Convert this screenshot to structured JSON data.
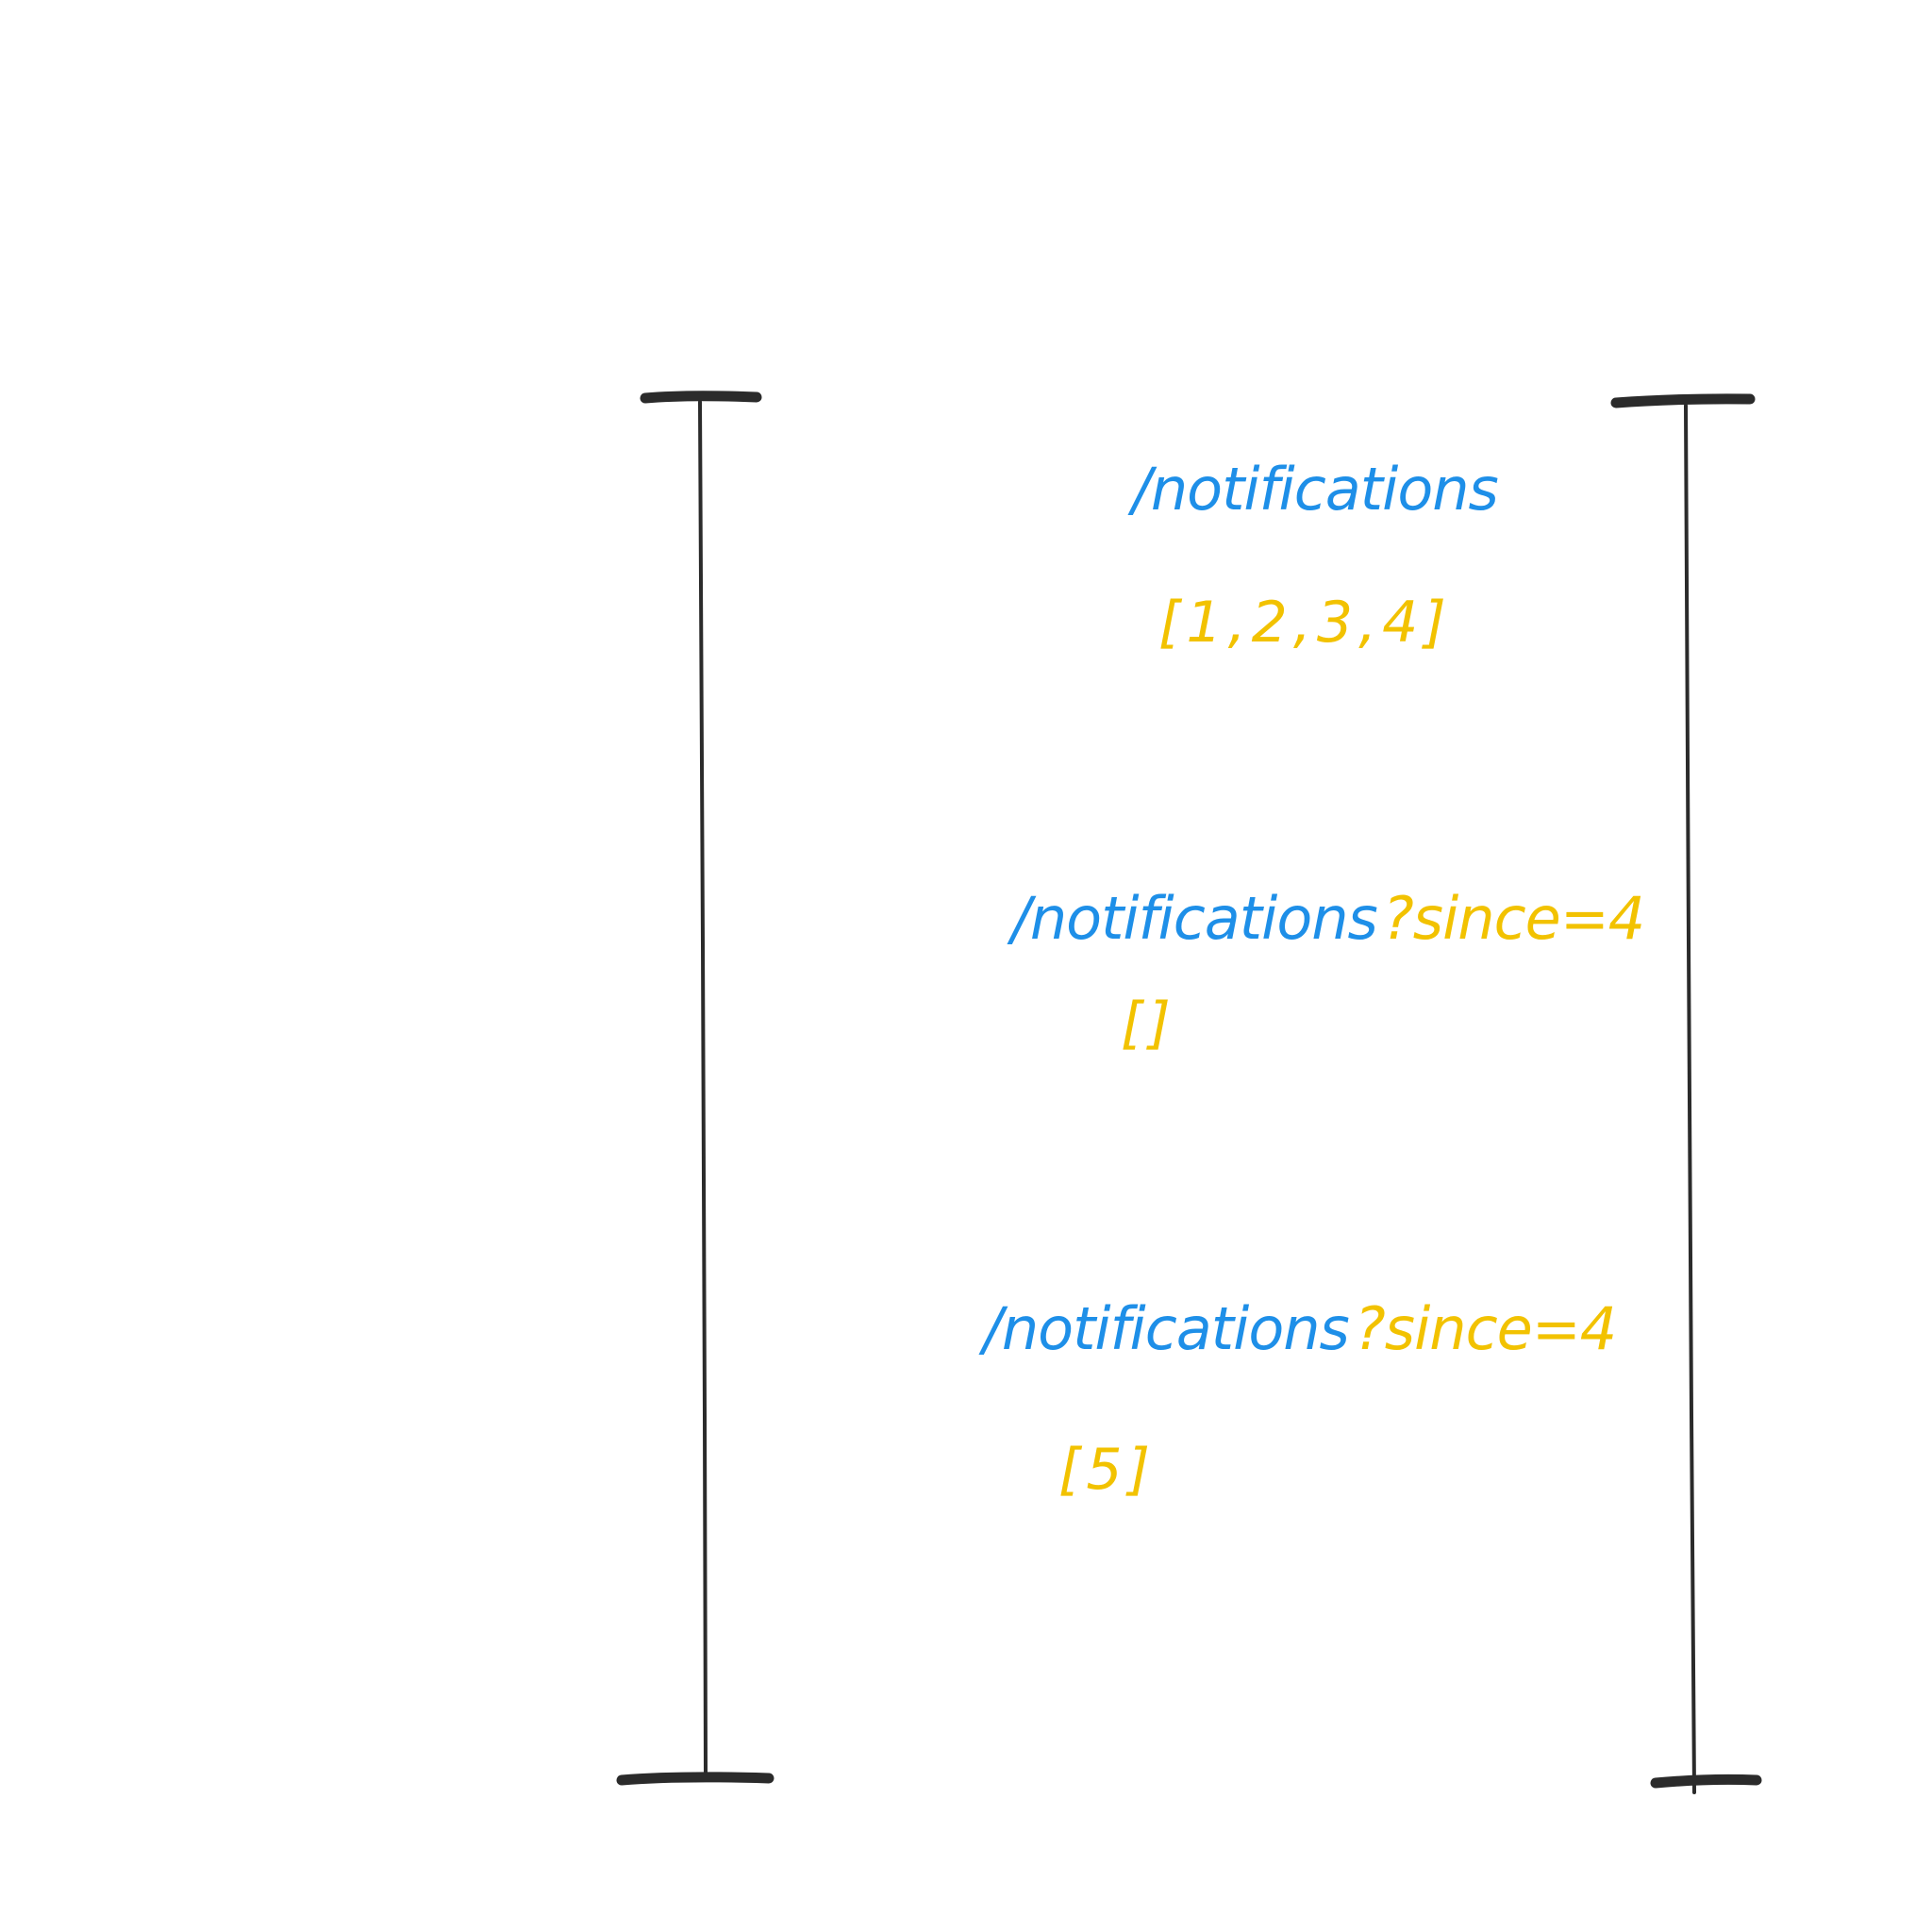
{
  "colors": {
    "lifeline": "#2b2b2b",
    "path_text": "#1e8fe8",
    "query_text": "#f2c200",
    "response_text": "#f2c200",
    "background": "#ffffff"
  },
  "exchanges": [
    {
      "path": "/notifications",
      "query": "",
      "response": "[1,2,3,4]"
    },
    {
      "path": "/notifications",
      "query": "?since=4",
      "response": "[]"
    },
    {
      "path": "/notifications",
      "query": "?since=4",
      "response": "[5]"
    }
  ]
}
